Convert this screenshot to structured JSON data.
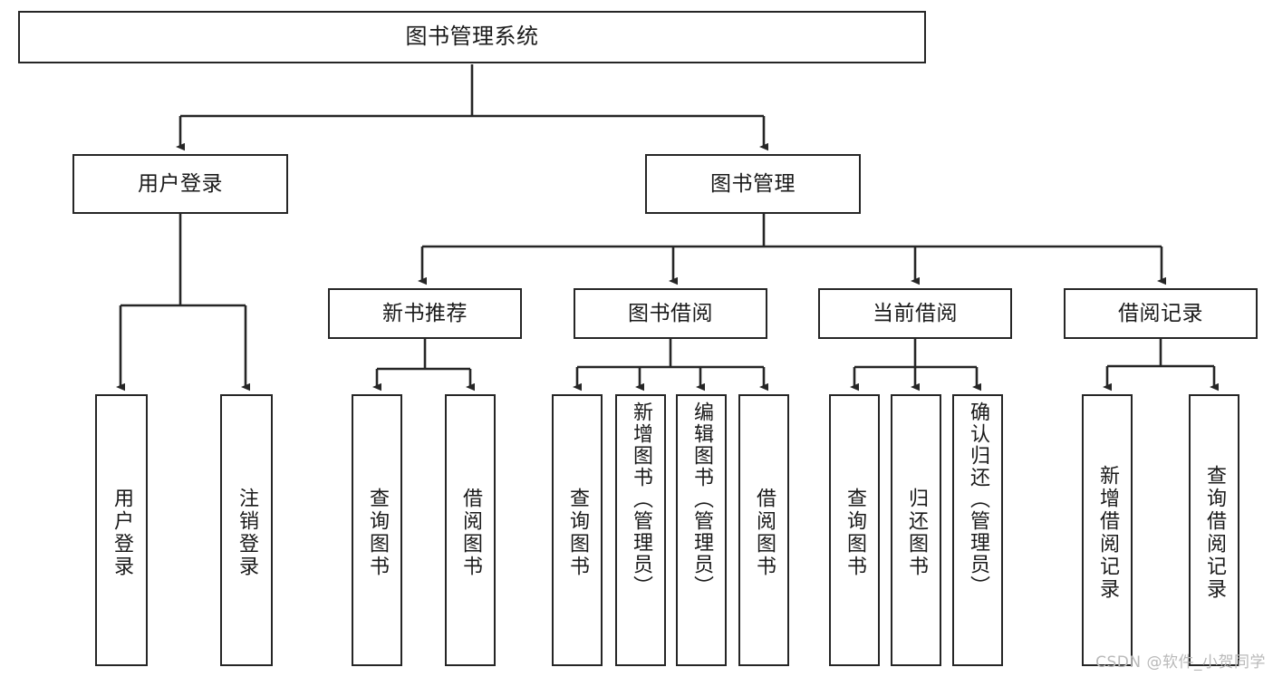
{
  "diagram": {
    "title": "图书管理系统",
    "type": "tree",
    "watermark": "CSDN @软件_小贺同学",
    "colors": {
      "box_border": "#262626",
      "box_fill": "#ffffff",
      "connector": "#262626",
      "text": "#1a1a1a",
      "watermark": "#b9b9b9",
      "background": "#ffffff"
    },
    "root": {
      "label": "图书管理系统"
    },
    "branches": [
      {
        "id": "user-login",
        "label": "用户登录",
        "leaves": [
          {
            "id": "user-login-do",
            "label": "用户登录"
          },
          {
            "id": "user-logout",
            "label": "注销登录"
          }
        ]
      },
      {
        "id": "book-management",
        "label": "图书管理",
        "children": [
          {
            "id": "new-book-recommend",
            "label": "新书推荐",
            "leaves": [
              {
                "id": "query-book-1",
                "label": "查询图书"
              },
              {
                "id": "borrow-book-1",
                "label": "借阅图书"
              }
            ]
          },
          {
            "id": "book-borrowing",
            "label": "图书借阅",
            "leaves": [
              {
                "id": "query-book-2",
                "label": "查询图书"
              },
              {
                "id": "add-book-admin",
                "label": "新增图书（管理员）"
              },
              {
                "id": "edit-book-admin",
                "label": "编辑图书（管理员）"
              },
              {
                "id": "borrow-book-2",
                "label": "借阅图书"
              }
            ]
          },
          {
            "id": "current-borrowing",
            "label": "当前借阅",
            "leaves": [
              {
                "id": "query-book-3",
                "label": "查询图书"
              },
              {
                "id": "return-book",
                "label": "归还图书"
              },
              {
                "id": "confirm-return-admin",
                "label": "确认归还（管理员）"
              }
            ]
          },
          {
            "id": "borrow-records",
            "label": "借阅记录",
            "leaves": [
              {
                "id": "add-borrow-record",
                "label": "新增借阅记录"
              },
              {
                "id": "query-borrow-record",
                "label": "查询借阅记录"
              }
            ]
          }
        ]
      }
    ]
  }
}
